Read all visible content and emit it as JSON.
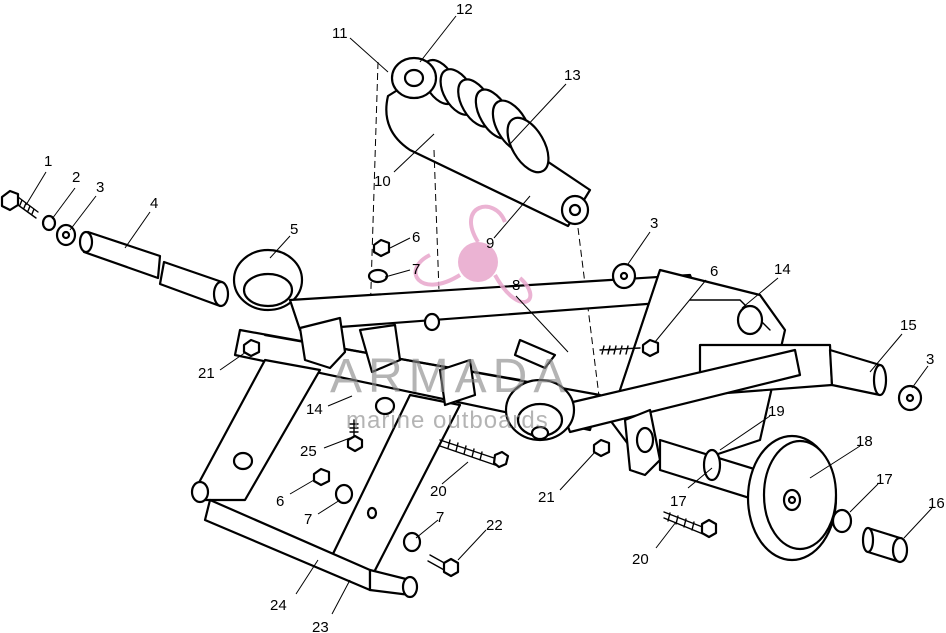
{
  "callouts": [
    {
      "id": "c1",
      "text": "1"
    },
    {
      "id": "c2",
      "text": "2"
    },
    {
      "id": "c3a",
      "text": "3"
    },
    {
      "id": "c4",
      "text": "4"
    },
    {
      "id": "c5",
      "text": "5"
    },
    {
      "id": "c6a",
      "text": "6"
    },
    {
      "id": "c7a",
      "text": "7"
    },
    {
      "id": "c8",
      "text": "8"
    },
    {
      "id": "c9",
      "text": "9"
    },
    {
      "id": "c10",
      "text": "10"
    },
    {
      "id": "c11",
      "text": "11"
    },
    {
      "id": "c12",
      "text": "12"
    },
    {
      "id": "c13",
      "text": "13"
    },
    {
      "id": "c3b",
      "text": "3"
    },
    {
      "id": "c6b",
      "text": "6"
    },
    {
      "id": "c14a",
      "text": "14"
    },
    {
      "id": "c15",
      "text": "15"
    },
    {
      "id": "c3c",
      "text": "3"
    },
    {
      "id": "c21a",
      "text": "21"
    },
    {
      "id": "c14b",
      "text": "14"
    },
    {
      "id": "c25",
      "text": "25"
    },
    {
      "id": "c6c",
      "text": "6"
    },
    {
      "id": "c7b",
      "text": "7"
    },
    {
      "id": "c20a",
      "text": "20"
    },
    {
      "id": "c21b",
      "text": "21"
    },
    {
      "id": "c19",
      "text": "19"
    },
    {
      "id": "c18",
      "text": "18"
    },
    {
      "id": "c17a",
      "text": "17"
    },
    {
      "id": "c17b",
      "text": "17"
    },
    {
      "id": "c16",
      "text": "16"
    },
    {
      "id": "c20b",
      "text": "20"
    },
    {
      "id": "c7c",
      "text": "7"
    },
    {
      "id": "c22",
      "text": "22"
    },
    {
      "id": "c24",
      "text": "24"
    },
    {
      "id": "c23",
      "text": "23"
    }
  ],
  "watermark": {
    "brand": "ARMADA",
    "tagline": "marine outboards",
    "logo_color": "#e8a6cc",
    "text_color": "#8a8a8a"
  }
}
